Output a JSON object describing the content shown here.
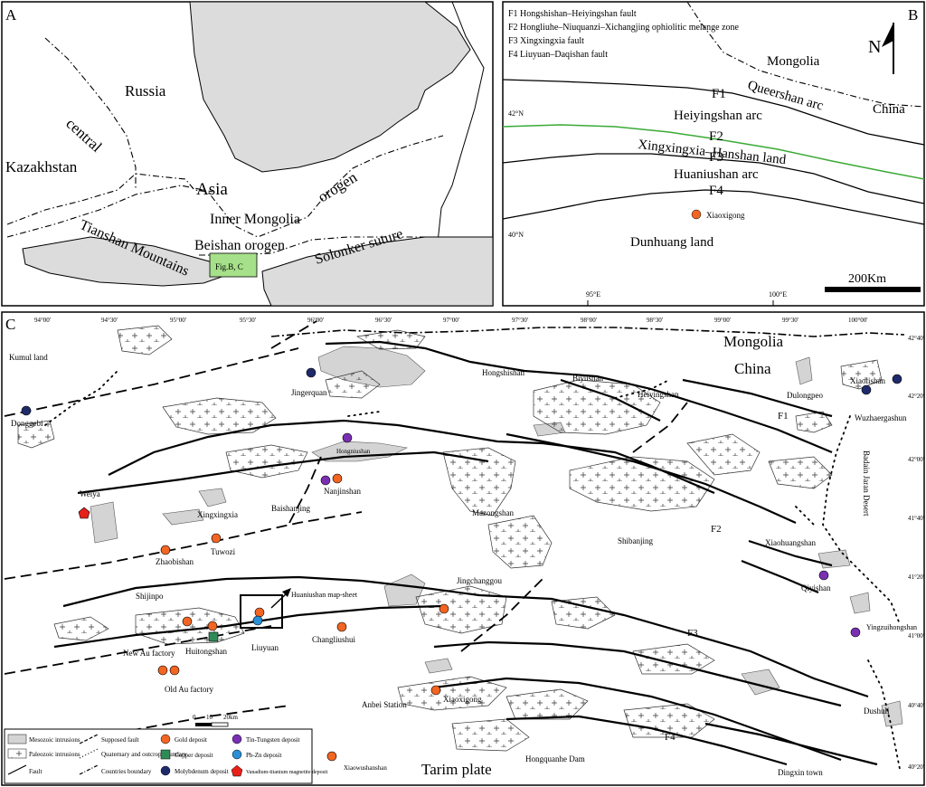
{
  "panel_a": {
    "letter": "A",
    "labels": {
      "russia": "Russia",
      "central": "central",
      "kazakhstan": "Kazakhstan",
      "asia": "Asia",
      "orogen": "orogen",
      "inner_mongolia": "Inner Mongolia",
      "tianshan": "Tianshan Mountains",
      "beishan": "Beishan orogen",
      "solonker": "Solonker suture",
      "inset": "Fig.B, C"
    }
  },
  "panel_b": {
    "letter": "B",
    "north": "N",
    "faults_legend": [
      "F1 Hongshishan–Heiyingshan fault",
      "F2 Hongliuhe–Niuquanzi–Xichangjing ophiolitic melange zone",
      "F3 Xingxingxia fault",
      "F4 Liuyuan–Daqishan fault"
    ],
    "labels": {
      "mongolia": "Mongolia",
      "china": "China",
      "f1": "F1",
      "queershan": "Queershan arc",
      "heiyingshan": "Heiyingshan arc",
      "f2": "F2",
      "f3": "F3",
      "xingxingxia": "Xingxingxia–Hanshan land",
      "huaniushan": "Huaniushan arc",
      "f4": "F4",
      "xiaoxigong": "Xiaoxigong",
      "dunhuang": "Dunhuang land",
      "lat42": "42°N",
      "lat40": "40°N",
      "lon95": "95°E",
      "lon100": "100°E",
      "scale": "200Km"
    }
  },
  "panel_c": {
    "letter": "C",
    "top_ticks": [
      "94°00'",
      "94°30'",
      "95°00'",
      "95°30'",
      "96°00'",
      "96°30'",
      "97°00'",
      "97°30'",
      "98°00'",
      "98°30'",
      "99°00'",
      "99°30'",
      "100°00'"
    ],
    "right_ticks": [
      "42°40'",
      "42°20'",
      "42°00'",
      "41°40'",
      "41°20'",
      "41°00'",
      "40°40'",
      "40°20'"
    ],
    "places": {
      "kumul": "Kumul land",
      "mongolia": "Mongolia",
      "china": "China",
      "hongshishan": "Hongshishan",
      "biyushan": "Biyushan",
      "heiyingshan": "Heiyingshan",
      "jingerquan": "Jingerquan",
      "dulongpeo": "Dulongpeo",
      "xiaolishan": "Xiaolishan",
      "wuzhaergashun": "Wuzhaergashun",
      "badain": "Badain Jaran Desert",
      "donggebi": "Donggebi",
      "f1": "F1",
      "hongniushan": "Hongniushan",
      "weiya": "Weiya",
      "xingxingxia": "Xingxingxia",
      "baishanjing": "Baishanjing",
      "nanjinshan": "Nanjinshan",
      "mazongshan": "Mazongshan",
      "f2": "F2",
      "shibanjing": "Shibanjing",
      "zhaobishan": "Zhaobishan",
      "tuwozi": "Tuwozi",
      "xiaohuangshan": "Xiaohuangshan",
      "qiyishan": "Qiyishan",
      "shijinpo": "Shijinpo",
      "mapsheet": "Huaniushan map-sheet",
      "jingchanggou": "Jingchanggou",
      "changliushui": "Changliushui",
      "liuyuan": "Liuyuan",
      "yingzuihongshan": "Yingzuihongshan",
      "f3": "F3",
      "huitongshan": "Huitongshan",
      "new_au": "New Au factory",
      "old_au": "Old Au factory",
      "xiaoxigong": "Xiaoxigong",
      "anbei": "Anbei Station",
      "dushuli": "Dushuli",
      "f4": "F4",
      "tarim": "Tarim plate",
      "hongquanhe": "Hongquanhe Dam",
      "dingxin": "Dingxin town",
      "xiaowushanshan": "Xiaowushanshan"
    },
    "scale": {
      "zero": "0",
      "ten": "10",
      "twenty": "20km"
    }
  },
  "legend": {
    "mesozoic": "Mesozoic intrusions",
    "paleozoic": "Paleozoic intrusions",
    "fault": "Fault",
    "supposed": "Supposed fault",
    "quaternary": "Quaternary and outcrop boundary",
    "countries": "Countries boundary",
    "gold": "Gold deposit",
    "copper": "Copper deposit",
    "molybdenum": "Molybdenum deposit",
    "tin": "Tin-Tungsten deposit",
    "pbzn": "Pb-Zn deposit",
    "vanadium": "Vanadium-titanium magnetite deposit"
  },
  "colors": {
    "gold": "#f26522",
    "copper": "#2e8b57",
    "molybdenum": "#1f2a6b",
    "tin": "#7a2fb3",
    "pbzn": "#2a8fd6",
    "vanadium": "#e8201a",
    "ophiolite": "#3aaa35",
    "mesozoic": "#d4d4d4",
    "inset": "#a6e08a"
  }
}
